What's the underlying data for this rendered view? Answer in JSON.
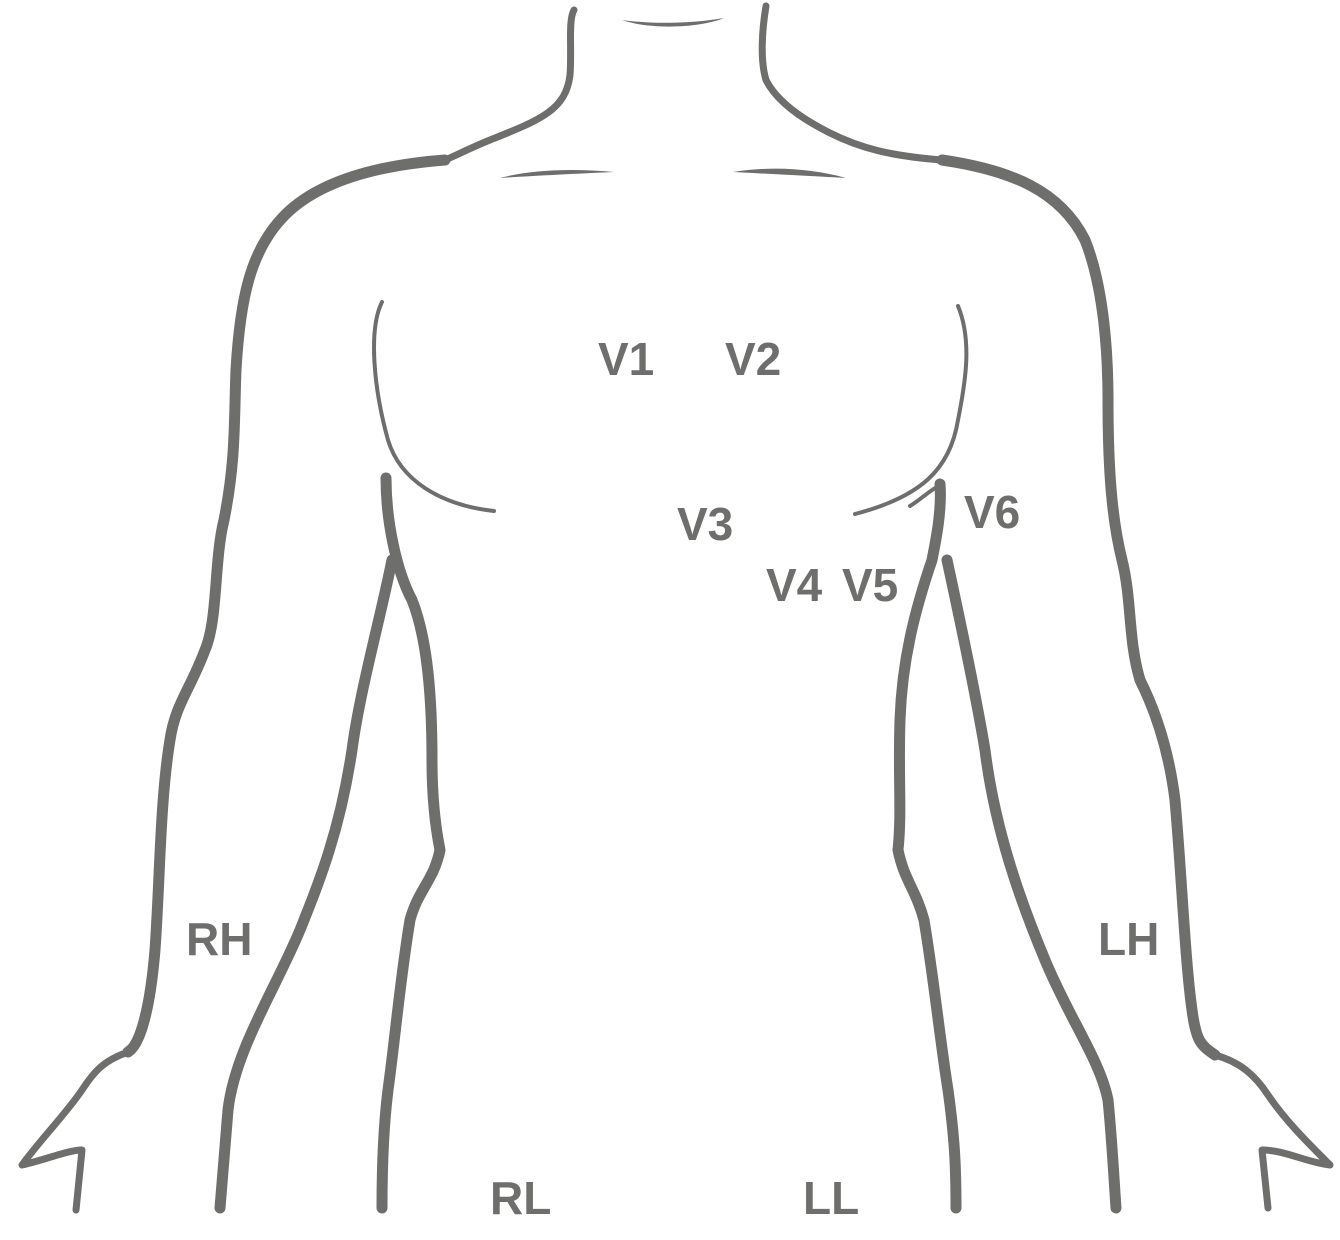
{
  "diagram": {
    "stroke_color": "#6e6e6d",
    "background_color": "#ffffff",
    "electrodes": {
      "v1": "V1",
      "v2": "V2",
      "v3": "V3",
      "v4": "V4",
      "v5": "V5",
      "v6": "V6",
      "rh": "RH",
      "lh": "LH",
      "rl": "RL",
      "ll": "LL"
    }
  }
}
